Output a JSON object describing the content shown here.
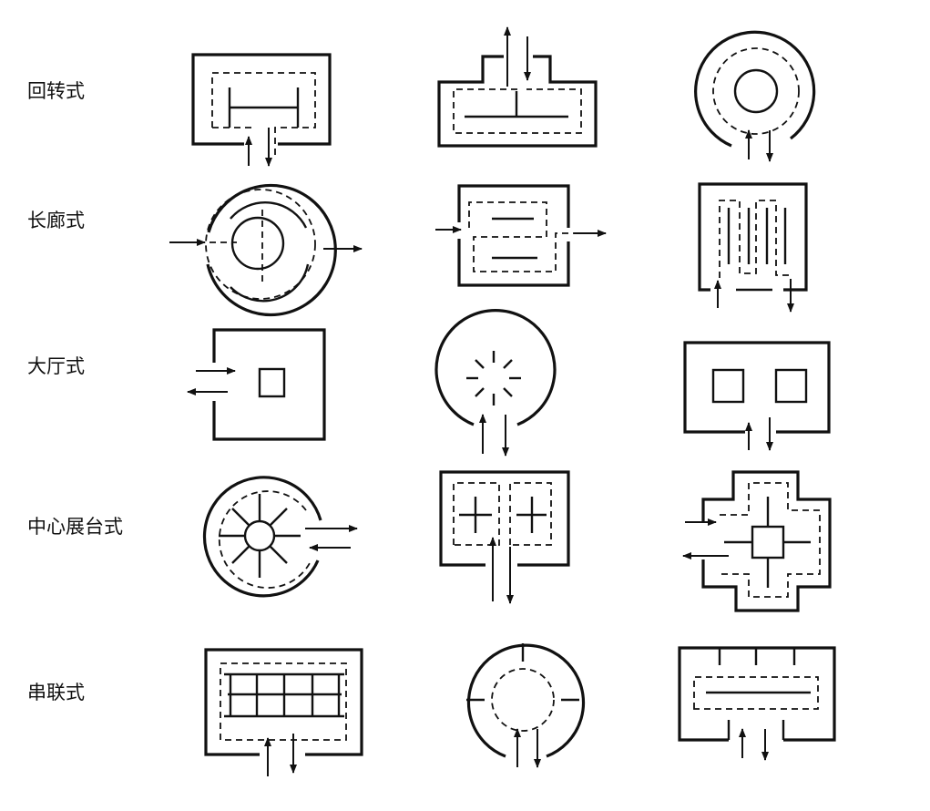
{
  "rows": [
    {
      "label": "回转式"
    },
    {
      "label": "长廊式"
    },
    {
      "label": "大厅式"
    },
    {
      "label": "中心展台式"
    },
    {
      "label": "串联式"
    }
  ]
}
